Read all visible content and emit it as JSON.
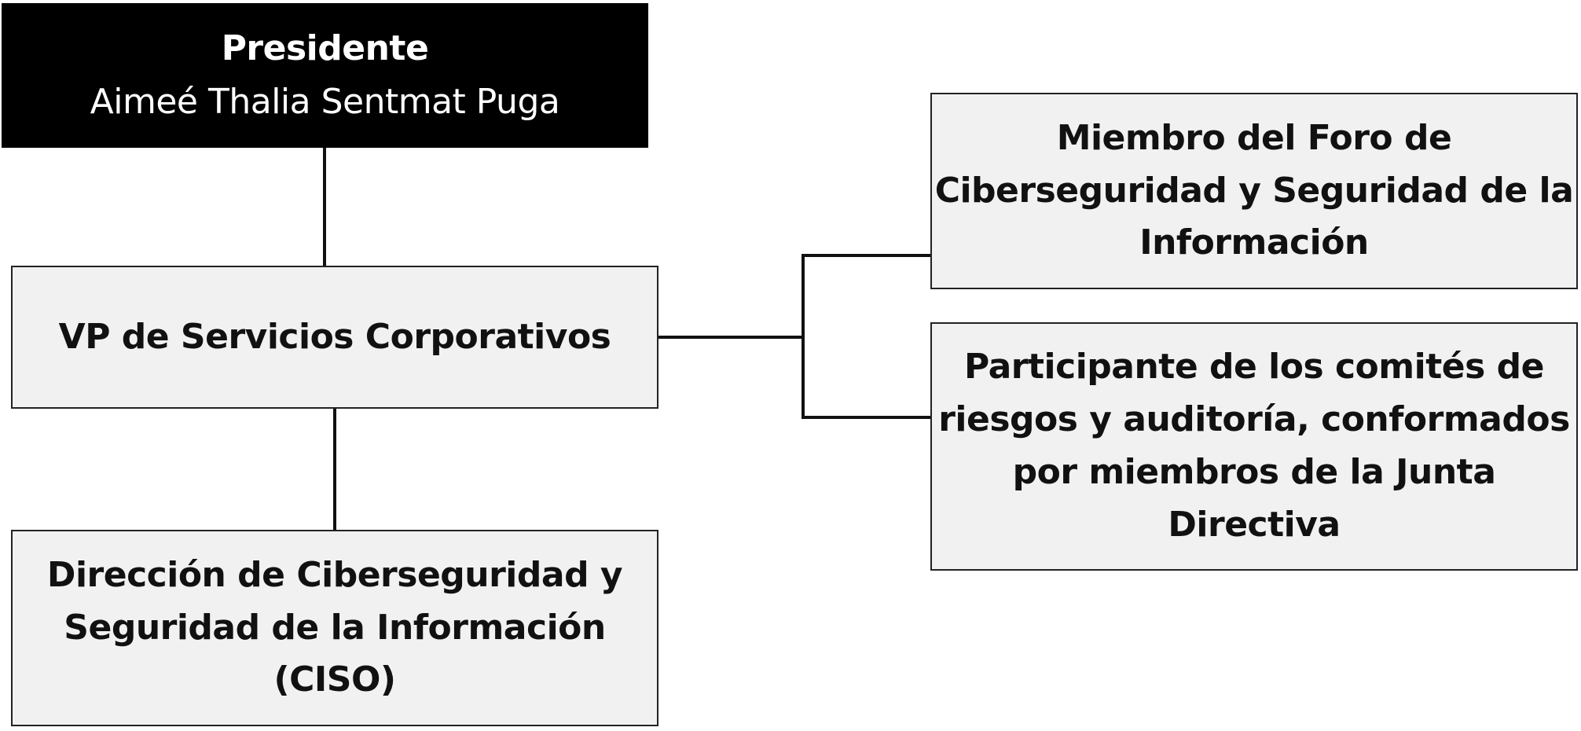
{
  "diagram": {
    "type": "org-chart",
    "nodes": {
      "president": {
        "title": "Presidente",
        "name": "Aimeé Thalia Sentmat Puga"
      },
      "vp": {
        "title": "VP de Servicios Corporativos"
      },
      "ciso": {
        "lines": [
          "Dirección de Ciberseguridad y",
          "Seguridad de la Información",
          "(CISO)"
        ]
      },
      "forum": {
        "lines": [
          "Miembro del Foro de",
          "Ciberseguridad y Seguridad de la",
          "Información"
        ]
      },
      "committees": {
        "lines": [
          "Participante de los comités de",
          "riesgos y auditoría, conformados",
          "por miembros de la Junta",
          "Directiva"
        ]
      }
    },
    "edges": [
      {
        "from": "president",
        "to": "vp"
      },
      {
        "from": "vp",
        "to": "ciso"
      },
      {
        "from": "vp",
        "to": "forum"
      },
      {
        "from": "vp",
        "to": "committees"
      }
    ],
    "colors": {
      "president_fill": "#000000",
      "president_text": "#ffffff",
      "box_fill": "#f1f1f1",
      "box_text": "#111111",
      "line": "#111111"
    }
  }
}
